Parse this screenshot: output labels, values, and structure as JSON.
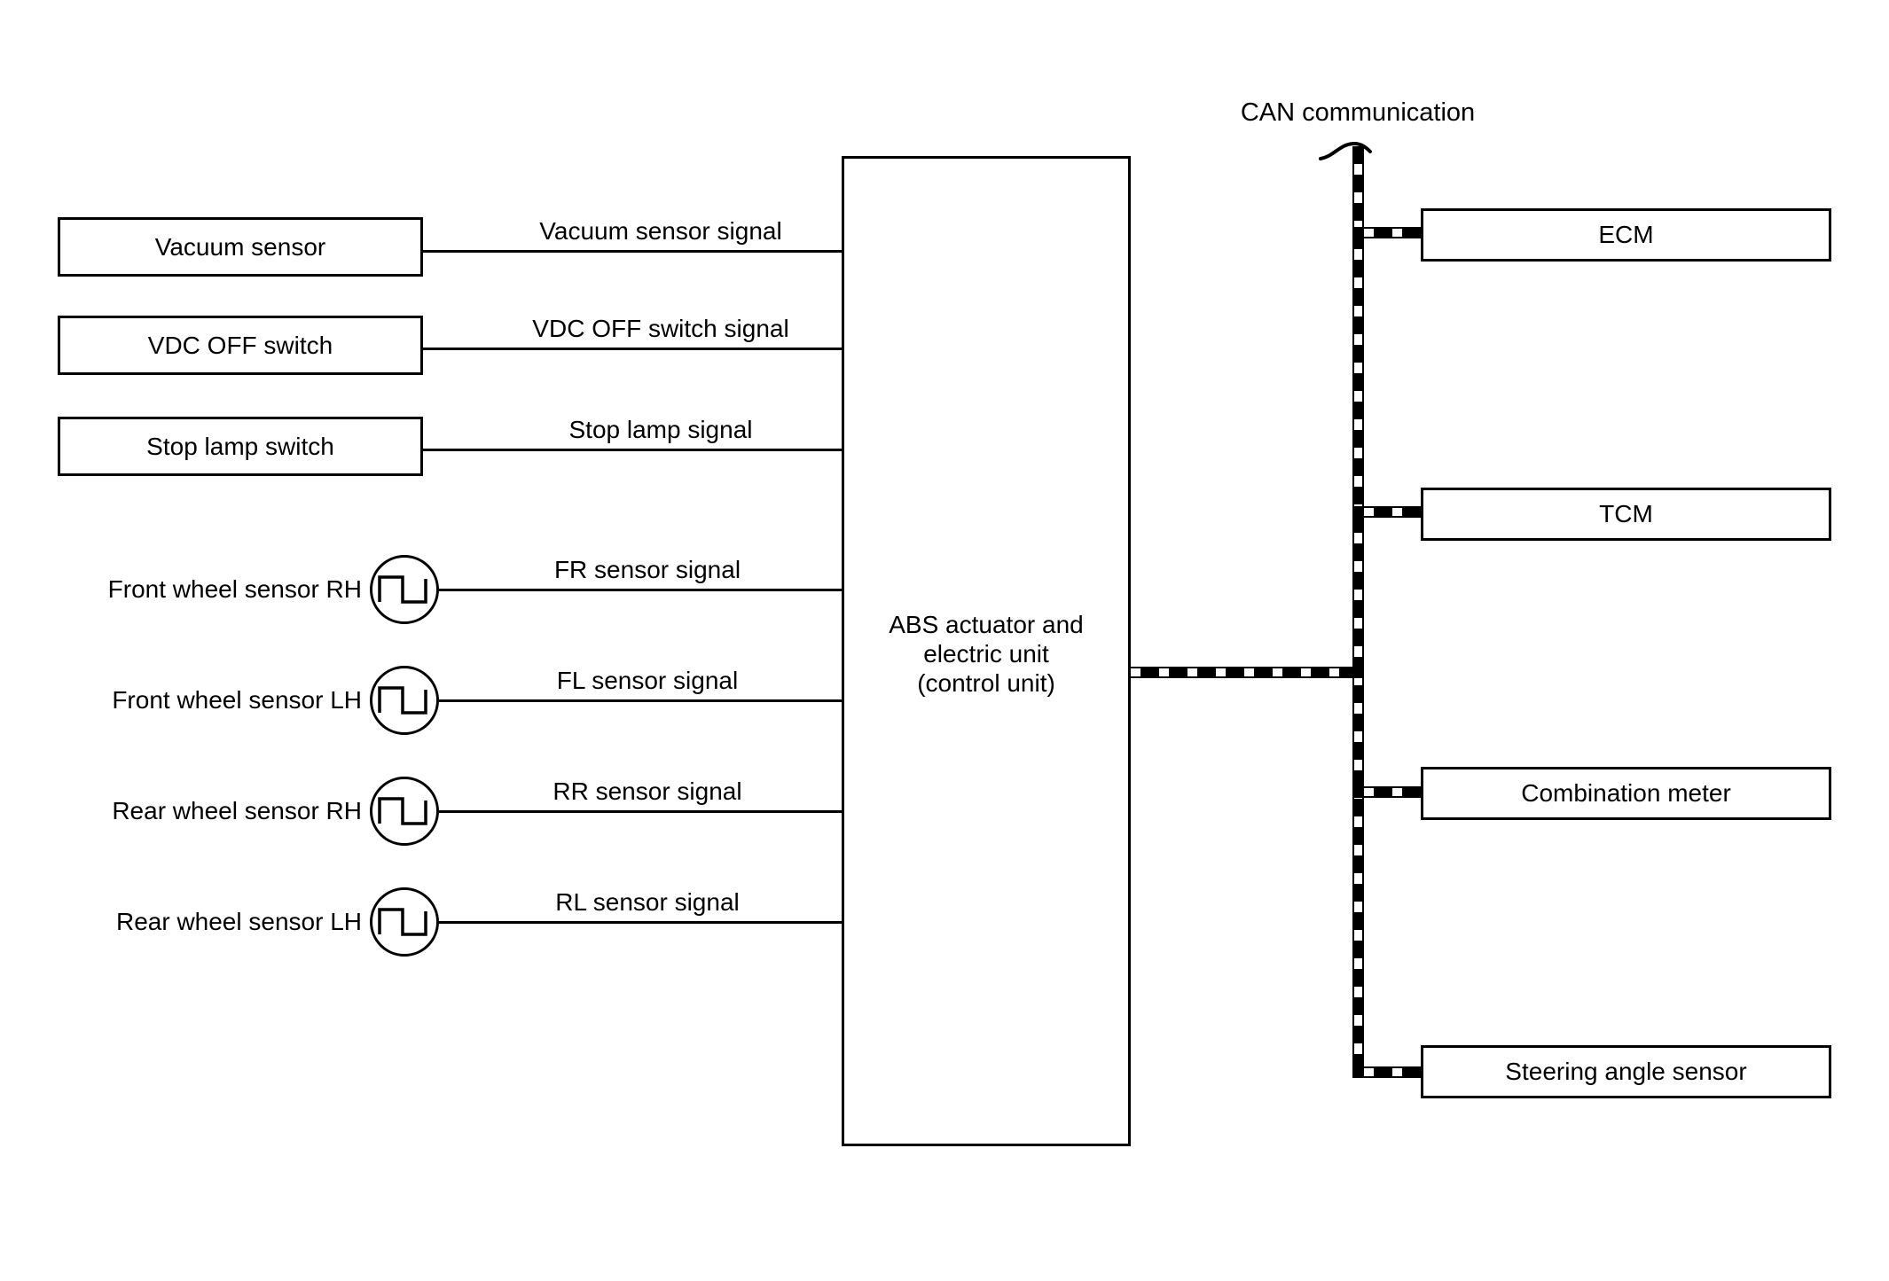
{
  "colors": {
    "foreground": "#000000",
    "background": "#ffffff"
  },
  "can_bus": {
    "label": "CAN communication"
  },
  "abs_unit": {
    "line1": "ABS actuator and",
    "line2": "electric unit",
    "line3": "(control unit)"
  },
  "inputs": [
    {
      "label": "Vacuum sensor",
      "signal": "Vacuum sensor signal"
    },
    {
      "label": "VDC OFF switch",
      "signal": "VDC OFF switch signal"
    },
    {
      "label": "Stop lamp switch",
      "signal": "Stop lamp signal"
    }
  ],
  "wheel_sensors": [
    {
      "label": "Front wheel sensor RH",
      "signal": "FR sensor signal"
    },
    {
      "label": "Front wheel sensor LH",
      "signal": "FL sensor signal"
    },
    {
      "label": "Rear wheel sensor RH",
      "signal": "RR sensor signal"
    },
    {
      "label": "Rear wheel sensor LH",
      "signal": "RL sensor signal"
    }
  ],
  "can_nodes": [
    {
      "label": "ECM"
    },
    {
      "label": "TCM"
    },
    {
      "label": "Combination meter"
    },
    {
      "label": "Steering angle sensor"
    }
  ]
}
